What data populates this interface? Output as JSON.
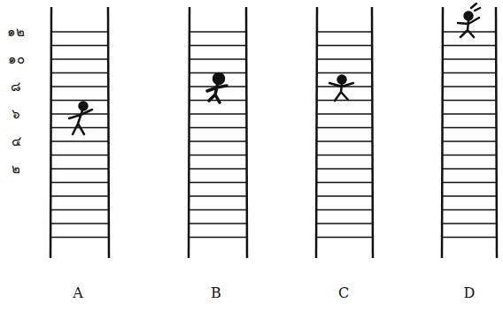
{
  "diagram": {
    "labels": [
      "๑๒",
      "๑๐",
      "๘",
      "๖",
      "๔",
      "๒",
      "A",
      "B",
      "C",
      "D"
    ]
  }
}
